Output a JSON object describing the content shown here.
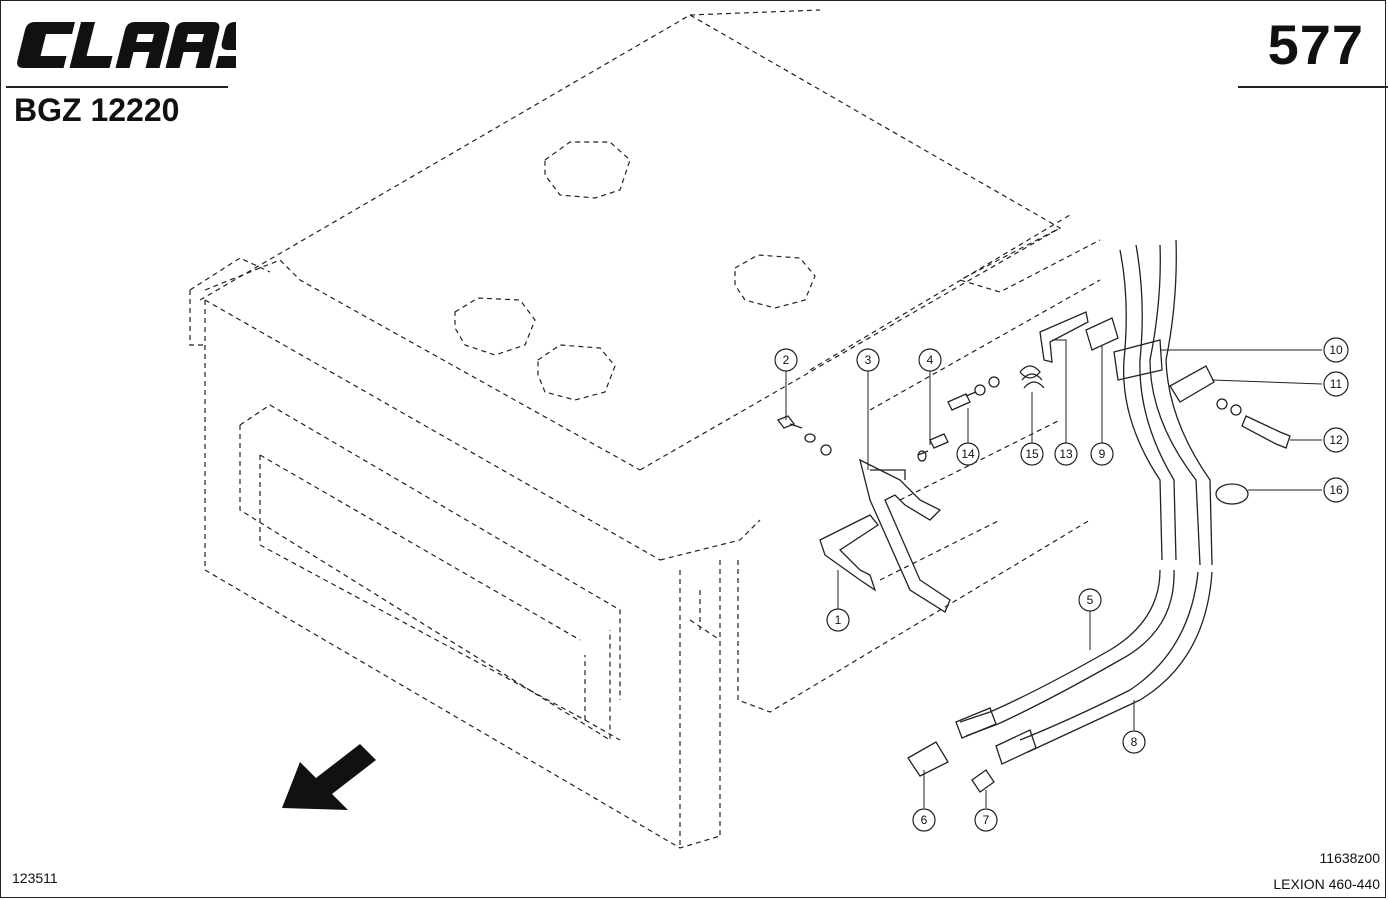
{
  "header": {
    "brand": "CLAAS",
    "page_number": "577",
    "group_code": "BGZ 12220"
  },
  "footer": {
    "document_number": "123511",
    "drawing_number": "11638z00",
    "model": "LEXION 460-440"
  },
  "callouts": [
    "1",
    "2",
    "3",
    "4",
    "5",
    "6",
    "7",
    "8",
    "9",
    "10",
    "11",
    "12",
    "13",
    "14",
    "15",
    "16"
  ],
  "icons": {
    "direction_arrow": "direction-arrow-icon"
  }
}
